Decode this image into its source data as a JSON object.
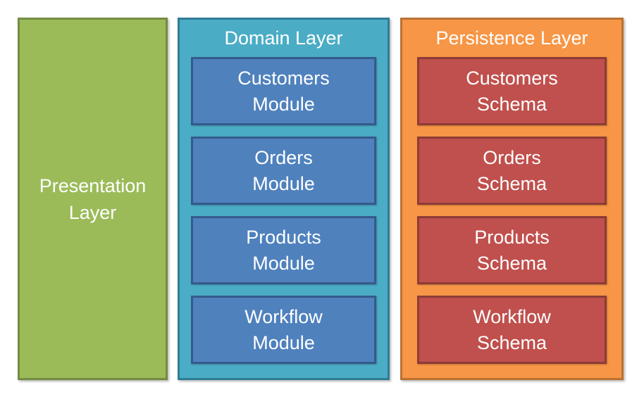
{
  "diagram": {
    "type": "layered-architecture",
    "background": "#FFFFFF",
    "text_color": "#FFFFFF"
  },
  "layers": {
    "presentation": {
      "label": "Presentation\nLayer",
      "fill": "#9BBB59",
      "border": "#748C42"
    },
    "domain": {
      "title": "Domain Layer",
      "fill": "#4BACC6",
      "border": "#2F7D95",
      "module_fill": "#4F81BD",
      "module_border": "#355A8C",
      "modules": [
        "Customers\nModule",
        "Orders\nModule",
        "Products\nModule",
        "Workflow\nModule"
      ]
    },
    "persistence": {
      "title": "Persistence Layer",
      "fill": "#F79646",
      "border": "#BA7233",
      "schema_fill": "#C0504D",
      "schema_border": "#8E3B37",
      "schemas": [
        "Customers\nSchema",
        "Orders\nSchema",
        "Products\nSchema",
        "Workflow\nSchema"
      ]
    }
  }
}
